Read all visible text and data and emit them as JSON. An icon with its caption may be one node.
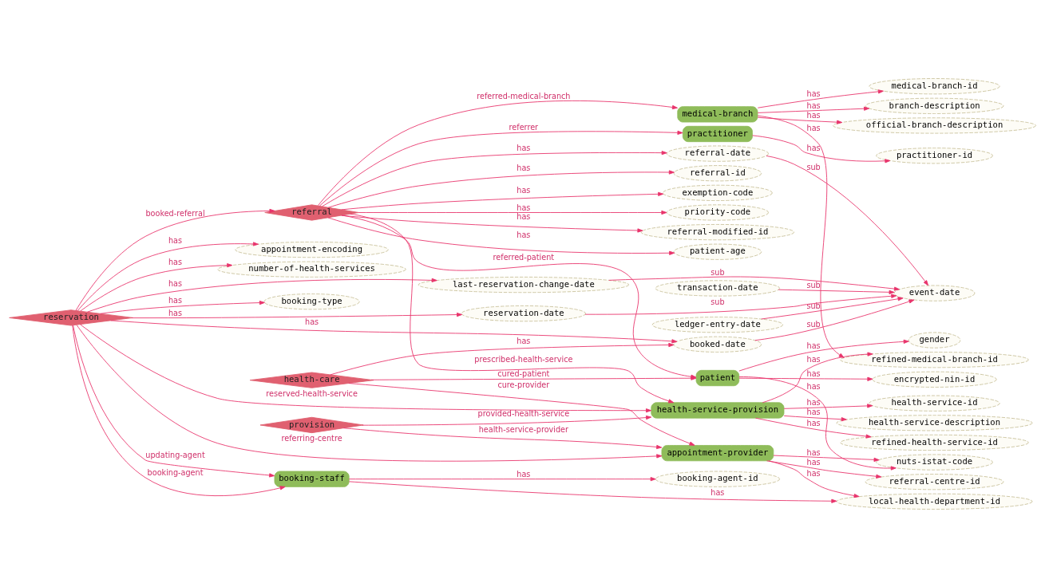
{
  "diagram": {
    "nodes": [
      {
        "text": [
          "practitioner"
        ]
      },
      {
        "text": [
          "practitioner-id"
        ]
      },
      {
        "text": [
          "referral-id"
        ]
      },
      {
        "text": [
          "exemption-code"
        ]
      },
      {
        "text": [
          "priority-code"
        ]
      },
      {
        "text": [
          "referral-modified-id"
        ]
      },
      {
        "text": [
          "patient-age"
        ]
      },
      {
        "text": [
          "referral"
        ]
      },
      {
        "text": [
          "referral-date"
        ]
      },
      {
        "text": [
          "event-date"
        ]
      },
      {
        "text": [
          "ledger-entry-date"
        ]
      },
      {
        "text": [
          "transaction-date"
        ]
      },
      {
        "text": [
          "gender"
        ]
      },
      {
        "text": [
          "patient"
        ]
      },
      {
        "text": [
          "encrypted-nin-id"
        ]
      },
      {
        "text": [
          "appointment-encoding"
        ]
      },
      {
        "text": [
          "number-of-health-services"
        ]
      },
      {
        "text": [
          "last-reservation-change-date"
        ]
      },
      {
        "text": [
          "booking-type"
        ]
      },
      {
        "text": [
          "reservation-date"
        ]
      },
      {
        "text": [
          "reservation"
        ]
      },
      {
        "text": [
          "medical-branch-id"
        ]
      },
      {
        "text": [
          "medical-branch"
        ]
      },
      {
        "text": [
          "health-service-id"
        ]
      },
      {
        "text": [
          "health-service-description"
        ]
      },
      {
        "text": [
          "refined-health-service-id"
        ]
      },
      {
        "text": [
          "health-service-provision"
        ]
      },
      {
        "text": [
          "refined-medical-branch-id"
        ]
      },
      {
        "text": [
          "booked-date"
        ]
      },
      {
        "text": [
          "booking-agent-id"
        ]
      },
      {
        "text": [
          "booking-staff"
        ]
      },
      {
        "text": [
          "provision"
        ]
      },
      {
        "text": [
          "branch-description"
        ]
      },
      {
        "text": [
          "official-branch-description"
        ]
      },
      {
        "text": [
          "referral-centre-id"
        ]
      },
      {
        "text": [
          "local-health-department-id"
        ]
      },
      {
        "text": [
          "health-care"
        ]
      },
      {
        "text": [
          "appointment-provider"
        ]
      },
      {
        "text": [
          "nuts-istat-code"
        ]
      }
    ],
    "edges": [
      {
        "from": 0,
        "to": 1,
        "arrow": "to",
        "label": "has"
      },
      {
        "from": 7,
        "to": 0,
        "arrow": "to",
        "label": "referrer"
      },
      {
        "from": 7,
        "to": 2,
        "arrow": "to",
        "label": "has"
      },
      {
        "from": 7,
        "to": 3,
        "arrow": "to",
        "label": "has"
      },
      {
        "from": 7,
        "to": 4,
        "arrow": "to",
        "label": "has"
      },
      {
        "from": 7,
        "to": 5,
        "arrow": "to",
        "label": "has"
      },
      {
        "from": 7,
        "to": 6,
        "arrow": "to",
        "label": "has"
      },
      {
        "from": 7,
        "to": 8,
        "arrow": "to",
        "label": "has"
      },
      {
        "from": 7,
        "to": 13,
        "arrow": "to",
        "label": "referred-patient"
      },
      {
        "from": 7,
        "to": 22,
        "arrow": "to",
        "label": "referred-medical-branch"
      },
      {
        "from": 7,
        "to": 26,
        "arrow": "to",
        "label": "prescribed-health-service"
      },
      {
        "from": 20,
        "to": 7,
        "arrow": "to",
        "label": "booked-referral"
      },
      {
        "from": 8,
        "to": 9,
        "arrow": "to",
        "label": "sub"
      },
      {
        "from": 10,
        "to": 9,
        "arrow": "to",
        "label": "sub"
      },
      {
        "from": 11,
        "to": 9,
        "arrow": "to",
        "label": "sub"
      },
      {
        "from": 17,
        "to": 9,
        "arrow": "to",
        "label": "sub"
      },
      {
        "from": 19,
        "to": 9,
        "arrow": "to",
        "label": "sub"
      },
      {
        "from": 28,
        "to": 9,
        "arrow": "to",
        "label": "sub"
      },
      {
        "from": 13,
        "to": 12,
        "arrow": "to",
        "label": "has"
      },
      {
        "from": 13,
        "to": 14,
        "arrow": "to",
        "label": "has"
      },
      {
        "from": 13,
        "to": 38,
        "arrow": "to",
        "label": "has"
      },
      {
        "from": 20,
        "to": 15,
        "arrow": "to",
        "label": "has"
      },
      {
        "from": 20,
        "to": 18,
        "arrow": "to",
        "label": "has"
      },
      {
        "from": 20,
        "to": 16,
        "arrow": "to",
        "label": "has"
      },
      {
        "from": 20,
        "to": 17,
        "arrow": "to",
        "label": "has"
      },
      {
        "from": 20,
        "to": 19,
        "arrow": "to",
        "label": "has"
      },
      {
        "from": 20,
        "to": 28,
        "arrow": "to",
        "label": "has"
      },
      {
        "from": 20,
        "to": 26,
        "arrow": "to",
        "label": "reserved-health-service"
      },
      {
        "from": 20,
        "to": 30,
        "arrow": "to",
        "label": "updating-agent"
      },
      {
        "from": 20,
        "to": 30,
        "arrow": "to",
        "label": "booking-agent"
      },
      {
        "from": 20,
        "to": 37,
        "arrow": "to",
        "label": "referring-centre"
      },
      {
        "from": 22,
        "to": 21,
        "arrow": "to",
        "label": "has"
      },
      {
        "from": 22,
        "to": 27,
        "arrow": "to",
        "label": "has"
      },
      {
        "from": 22,
        "to": 32,
        "arrow": "to",
        "label": "has"
      },
      {
        "from": 22,
        "to": 33,
        "arrow": "to",
        "label": "has"
      },
      {
        "from": 26,
        "to": 23,
        "arrow": "to",
        "label": "has"
      },
      {
        "from": 26,
        "to": 25,
        "arrow": "to",
        "label": "has"
      },
      {
        "from": 26,
        "to": 24,
        "arrow": "to",
        "label": "has"
      },
      {
        "from": 26,
        "to": 27,
        "arrow": "to",
        "label": "has"
      },
      {
        "from": 31,
        "to": 26,
        "arrow": "to",
        "label": "provided-health-service"
      },
      {
        "from": 31,
        "to": 37,
        "arrow": "to",
        "label": "health-service-provider"
      },
      {
        "from": 30,
        "to": 29,
        "arrow": "to",
        "label": "has"
      },
      {
        "from": 30,
        "to": 35,
        "arrow": "to",
        "label": "has"
      },
      {
        "from": 37,
        "to": 34,
        "arrow": "to",
        "label": "has"
      },
      {
        "from": 37,
        "to": 35,
        "arrow": "to",
        "label": "has"
      },
      {
        "from": 37,
        "to": 38,
        "arrow": "to",
        "label": "has"
      },
      {
        "from": 36,
        "to": 28,
        "arrow": "to",
        "label": "has"
      },
      {
        "from": 36,
        "to": 13,
        "arrow": "to",
        "label": "cured-patient"
      },
      {
        "from": 36,
        "to": 37,
        "arrow": "to",
        "label": "cure-provider"
      }
    ]
  }
}
